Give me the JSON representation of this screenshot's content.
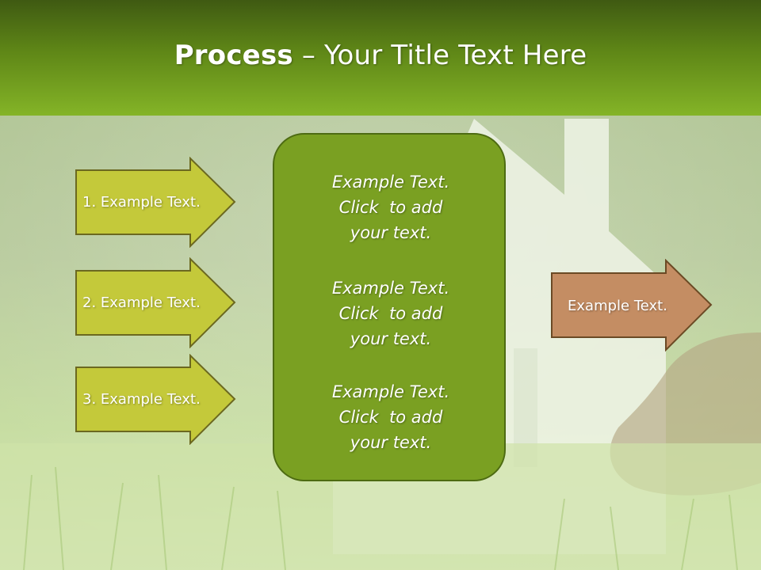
{
  "slide": {
    "title_bold": "Process",
    "title_rest": " – Your Title Text Here"
  },
  "arrows": [
    {
      "label": "1. Example Text."
    },
    {
      "label": "2. Example Text."
    },
    {
      "label": "3. Example Text."
    }
  ],
  "center": {
    "blocks": [
      {
        "line1": "Example Text.",
        "line2": "Click  to add",
        "line3": "your text."
      },
      {
        "line1": "Example Text.",
        "line2": "Click  to add",
        "line3": "your text."
      },
      {
        "line1": "Example Text.",
        "line2": "Click  to add",
        "line3": "your text."
      }
    ]
  },
  "output_arrow": {
    "label": "Example Text."
  },
  "colors": {
    "header_green": "#5f8717",
    "arrow_fill": "#c4c93a",
    "center_fill": "#7aa022",
    "output_fill": "#c48d63"
  }
}
